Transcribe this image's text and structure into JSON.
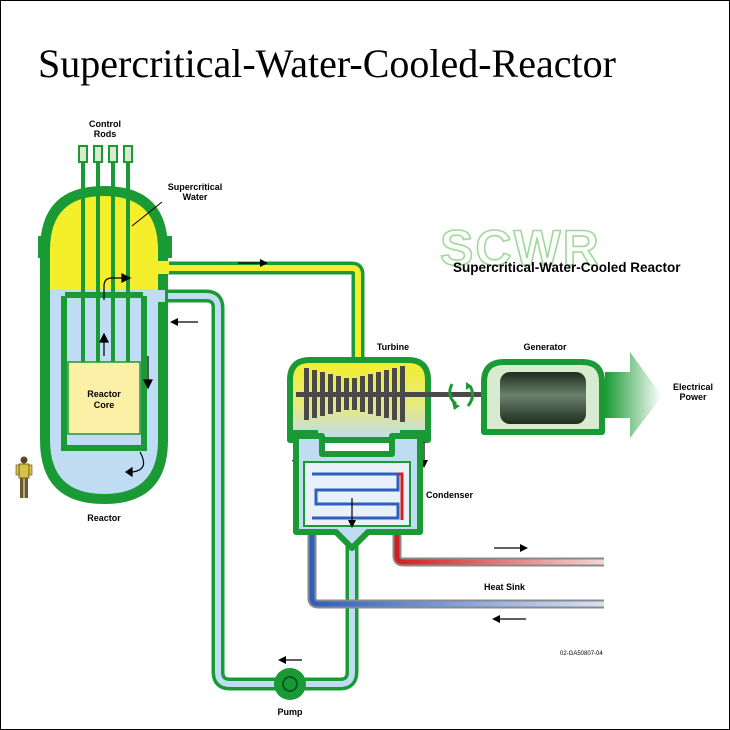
{
  "title": "Supercritical-Water-Cooled-Reactor",
  "logo": {
    "acronym": "SCWR",
    "full_name": "Supercritical-Water-Cooled Reactor"
  },
  "labels": {
    "control_rods_line1": "Control",
    "control_rods_line2": "Rods",
    "supercritical_water_line1": "Supercritical",
    "supercritical_water_line2": "Water",
    "reactor_core_line1": "Reactor",
    "reactor_core_line2": "Core",
    "reactor": "Reactor",
    "turbine": "Turbine",
    "generator": "Generator",
    "electrical_power_line1": "Electrical",
    "electrical_power_line2": "Power",
    "condenser": "Condenser",
    "heat_sink": "Heat Sink",
    "pump": "Pump",
    "figure_id": "02-GA50807-04"
  },
  "colors": {
    "vessel_green": "#1a9a35",
    "supercritical_yellow": "#f5ee2a",
    "water_blue": "#bfdcf2",
    "core_fill": "#fbf0a6",
    "hot_red": "#d02020",
    "cold_blue": "#2e5fbf",
    "generator_dark": "#2f4a2f"
  }
}
